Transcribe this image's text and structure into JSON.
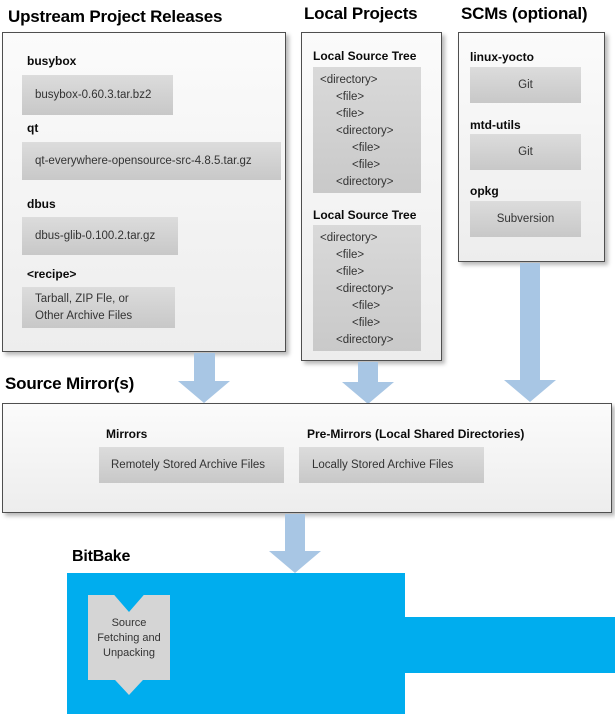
{
  "upstream": {
    "title": "Upstream Project Releases",
    "items": [
      {
        "label": "busybox",
        "file": "busybox-0.60.3.tar.bz2"
      },
      {
        "label": "qt",
        "file": "qt-everywhere-opensource-src-4.8.5.tar.gz"
      },
      {
        "label": "dbus",
        "file": "dbus-glib-0.100.2.tar.gz"
      },
      {
        "label": "<recipe>",
        "file_line1": "Tarball, ZIP Fle, or",
        "file_line2": "Other Archive Files"
      }
    ]
  },
  "local_projects": {
    "title": "Local Projects",
    "trees": [
      {
        "label": "Local Source Tree",
        "lines": [
          "<directory>",
          "<file>",
          "<file>",
          "<directory>",
          "<file>",
          "<file>",
          "<directory>"
        ]
      },
      {
        "label": "Local Source Tree",
        "lines": [
          "<directory>",
          "<file>",
          "<file>",
          "<directory>",
          "<file>",
          "<file>",
          "<directory>"
        ]
      }
    ]
  },
  "scms": {
    "title": "SCMs (optional)",
    "items": [
      {
        "label": "linux-yocto",
        "scm": "Git"
      },
      {
        "label": "mtd-utils",
        "scm": "Git"
      },
      {
        "label": "opkg",
        "scm": "Subversion"
      }
    ]
  },
  "source_mirrors": {
    "title": "Source Mirror(s)",
    "mirrors_label": "Mirrors",
    "mirrors_box": "Remotely Stored Archive Files",
    "premirrors_label": "Pre-Mirrors (Local Shared Directories)",
    "premirrors_box": "Locally Stored Archive Files"
  },
  "bitbake": {
    "title": "BitBake",
    "process_line1": "Source",
    "process_line2": "Fetching and",
    "process_line3": "Unpacking"
  },
  "colors": {
    "accent_cyan": "#00ADEE",
    "arrow_blue": "#A8C6E4",
    "box_gray": "#D4D4D4",
    "panel_border": "#4F4F4F"
  }
}
